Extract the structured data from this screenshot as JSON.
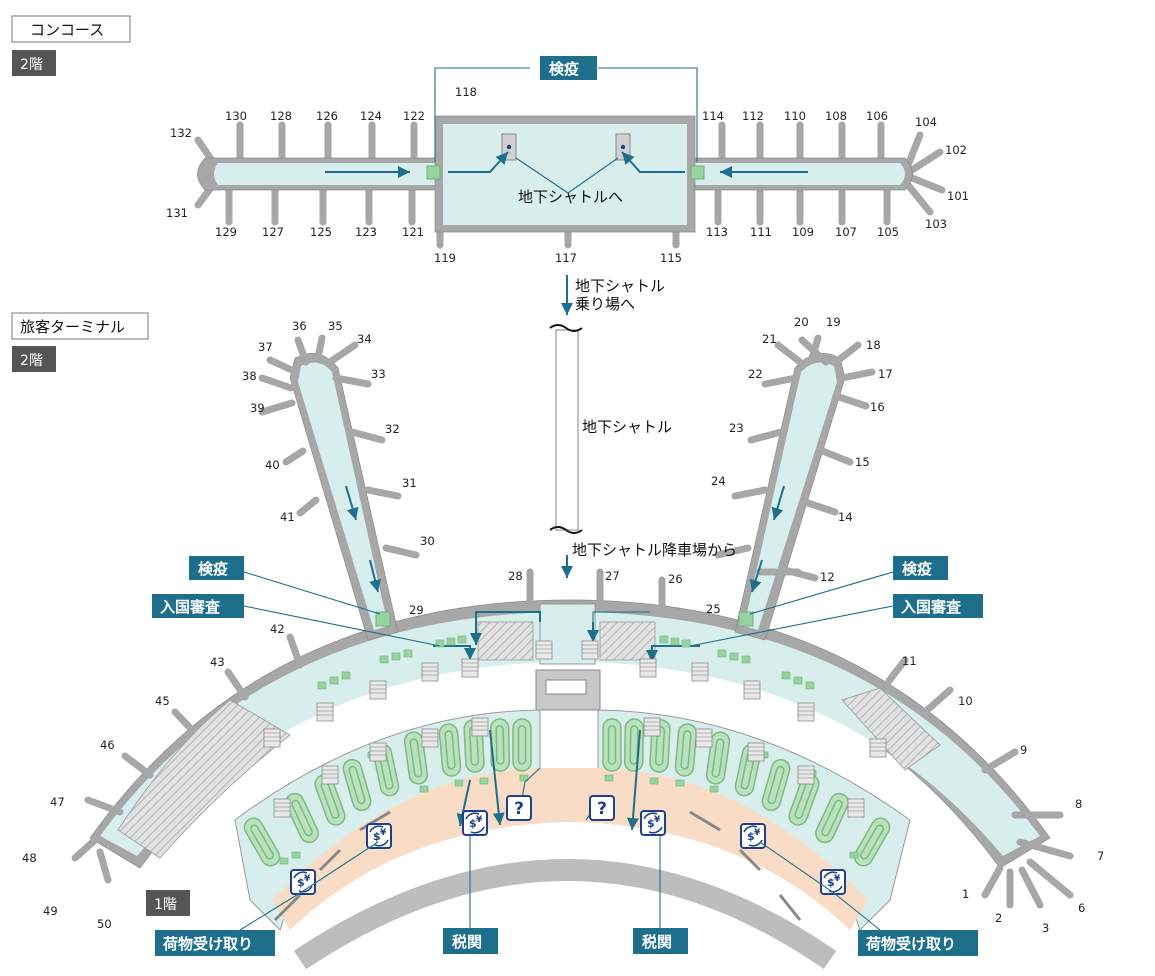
{
  "sections": {
    "concourse": "コンコース",
    "terminal": "旅客ターミナル"
  },
  "floors": {
    "concourse_floor": "2階",
    "terminal_floor": "2階",
    "arrival_floor": "1階"
  },
  "labels": {
    "quarantine_top": "検疫",
    "to_shuttle": "地下シャトルへ",
    "shuttle_platform_line1": "地下シャトル",
    "shuttle_platform_line2": "乗り場へ",
    "shuttle": "地下シャトル",
    "from_shuttle": "地下シャトル降車場から",
    "quarantine_left": "検疫",
    "immigration_left": "入国審査",
    "quarantine_right": "検疫",
    "immigration_right": "入国審査",
    "baggage_left": "荷物受け取り",
    "customs_left": "税関",
    "customs_right": "税関",
    "baggage_right": "荷物受け取り",
    "info_symbol": "?"
  },
  "concourse_gates": {
    "g132": "132",
    "g130": "130",
    "g128": "128",
    "g126": "126",
    "g124": "124",
    "g122": "122",
    "g118": "118",
    "g114": "114",
    "g112": "112",
    "g110": "110",
    "g108": "108",
    "g106": "106",
    "g104": "104",
    "g102": "102",
    "g101": "101",
    "g103": "103",
    "g131": "131",
    "g129": "129",
    "g127": "127",
    "g125": "125",
    "g123": "123",
    "g121": "121",
    "g119": "119",
    "g117": "117",
    "g115": "115",
    "g113": "113",
    "g111": "111",
    "g109": "109",
    "g107": "107",
    "g105": "105"
  },
  "terminal_gates": {
    "g1": "1",
    "g2": "2",
    "g3": "3",
    "g6": "6",
    "g7": "7",
    "g8": "8",
    "g9": "9",
    "g10": "10",
    "g11": "11",
    "g12": "12",
    "g14": "14",
    "g15": "15",
    "g16": "16",
    "g17": "17",
    "g18": "18",
    "g19": "19",
    "g20": "20",
    "g21": "21",
    "g22": "22",
    "g23": "23",
    "g24": "24",
    "g25": "25",
    "g26": "26",
    "g27": "27",
    "g28": "28",
    "g29": "29",
    "g30": "30",
    "g31": "31",
    "g32": "32",
    "g33": "33",
    "g34": "34",
    "g35": "35",
    "g36": "36",
    "g37": "37",
    "g38": "38",
    "g39": "39",
    "g40": "40",
    "g41": "41",
    "g42": "42",
    "g43": "43",
    "g45": "45",
    "g46": "46",
    "g47": "47",
    "g48": "48",
    "g49": "49",
    "g50": "50"
  },
  "colors": {
    "tag_bg": "#1d6f8c",
    "floor_bg": "#555555",
    "airside": "#d7eeec",
    "arrival_hall": "#f8dcc5",
    "belt": "#b8e1bc",
    "wall": "#a7a7a7"
  },
  "icons": {
    "exchange": "currency-exchange-icon",
    "info": "information-icon",
    "escalator": "escalator-icon"
  }
}
